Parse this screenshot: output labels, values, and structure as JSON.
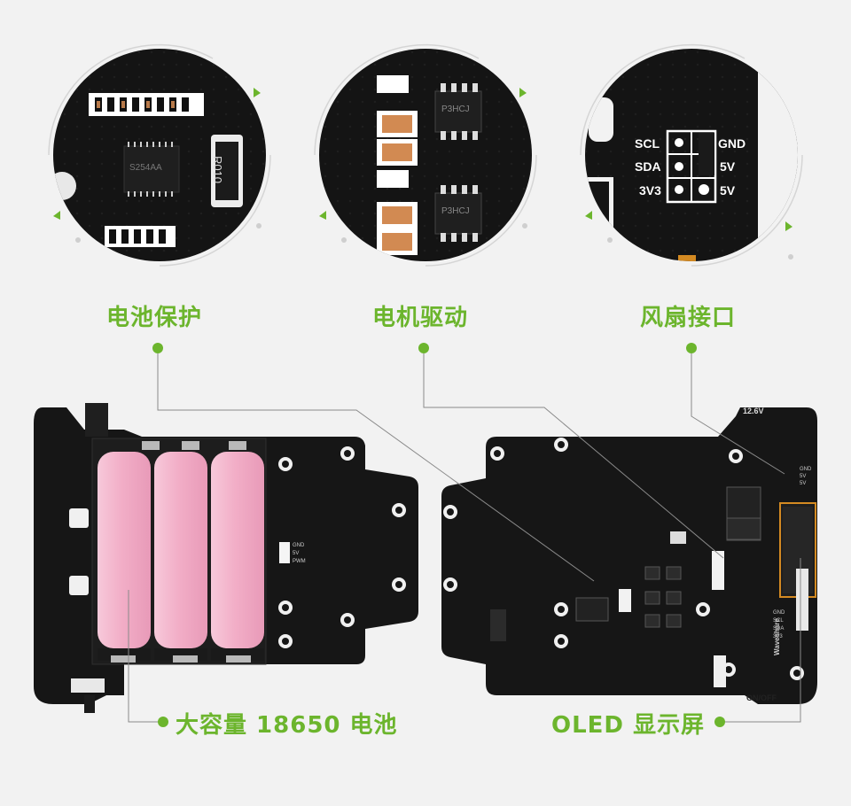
{
  "callouts": {
    "battery_protection": "电池保护",
    "motor_driver": "电机驱动",
    "fan_interface": "风扇接口",
    "large_battery": "大容量 18650 电池",
    "oled_display": "OLED 显示屏"
  },
  "zoom_fan": {
    "scl": "SCL",
    "sda": "SDA",
    "v33": "3V3",
    "gnd": "GND",
    "v5_a": "5V",
    "v5_b": "5V"
  },
  "zoom_battery": {
    "resistor_label": "R010",
    "chip_label": "S254AA"
  },
  "zoom_motor": {
    "chip1_label": "P3HCJ",
    "chip2_label": "P3HCJ"
  },
  "board_right": {
    "voltage_label": "12.6V",
    "onoff_label": "ON/OFF",
    "brand_label": "Waveshare",
    "i2c_pins": [
      "GND",
      "5V",
      "5V"
    ],
    "bottom_pins": [
      "GND",
      "SCL",
      "SDA",
      "3V3"
    ]
  },
  "board_left": {
    "fan_pins": [
      "GND",
      "5V",
      "PWM"
    ]
  },
  "colors": {
    "accent": "#6cb52d",
    "pcb": "#151515",
    "battery": "#f4b8cf"
  }
}
